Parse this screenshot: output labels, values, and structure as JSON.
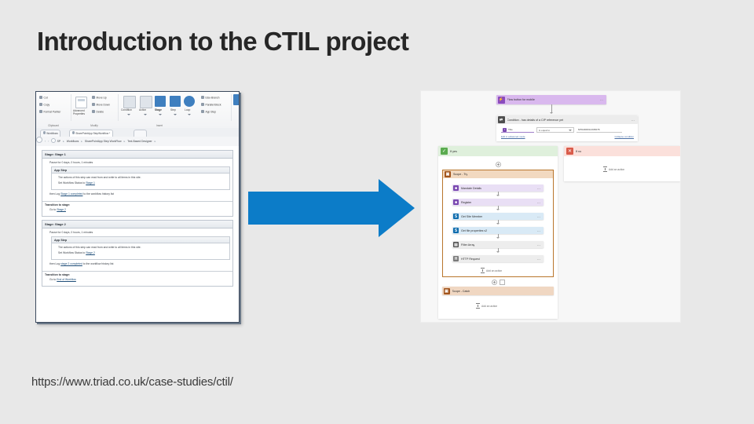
{
  "slide": {
    "title": "Introduction to the CTIL project",
    "footer_url": "https://www.triad.co.uk/case-studies/ctil/",
    "background_color": "#e8e8e8",
    "arrow_color": "#0c7cc8"
  },
  "left_screenshot": {
    "app": "SharePoint Designer",
    "ribbon": {
      "groups": [
        {
          "label": "Clipboard",
          "items": [
            {
              "label": "Cut",
              "icon": "scissors-icon"
            },
            {
              "label": "Copy",
              "icon": "copy-icon"
            },
            {
              "label": "Format Painter",
              "icon": "paintbrush-icon"
            }
          ]
        },
        {
          "label": "Modify",
          "items": [
            {
              "label": "Advanced Properties",
              "icon": "properties-icon"
            },
            {
              "label": "Move Up",
              "icon": "move-up-icon"
            },
            {
              "label": "Move Down",
              "icon": "move-down-icon"
            },
            {
              "label": "Delete",
              "icon": "delete-icon"
            }
          ]
        },
        {
          "label": "Insert",
          "items": [
            {
              "label": "Condition",
              "icon": "condition-icon"
            },
            {
              "label": "Action",
              "icon": "action-icon"
            },
            {
              "label": "Stage",
              "icon": "stage-icon"
            },
            {
              "label": "Step",
              "icon": "step-icon"
            },
            {
              "label": "Loop",
              "icon": "loop-icon"
            },
            {
              "label": "Else-Branch",
              "icon": "else-branch-icon"
            },
            {
              "label": "Parallel Block",
              "icon": "parallel-block-icon"
            },
            {
              "label": "App Step",
              "icon": "app-step-icon"
            }
          ]
        }
      ]
    },
    "tabs": [
      {
        "label": "Workflows",
        "active": false
      },
      {
        "label": "SharePointApp StepWorkflow *",
        "active": true
      }
    ],
    "breadcrumb": [
      "SP",
      "Workflows",
      "SharePointApp Step WorkFlow",
      "Text-Based Designer"
    ],
    "stages": [
      {
        "header": "Stage: Stage 1",
        "pause": "Pause for 0 days, 0 hours, 1 minutes",
        "app_step": {
          "header": "App Step",
          "note": "The actions of this step can read from and write to all items in this site.",
          "action_prefix": "Set Workflow Status to",
          "action_link": "Stage 1"
        },
        "log_prefix": "then Log",
        "log_link": "Stage 1 completed",
        "log_suffix": "to the workflow history list",
        "transition_header": "Transition to stage:",
        "goto_prefix": "Go to",
        "goto_link": "Stage 2"
      },
      {
        "header": "Stage: Stage 2",
        "pause": "Pause for 0 days, 0 hours, 1 minutes",
        "app_step": {
          "header": "App Step",
          "note": "The actions of this step can read from and write to all items in this site.",
          "action_prefix": "Set Workflow Status to",
          "action_link": "Stage 2"
        },
        "log_prefix": "then Log",
        "log_link": "stage 2 completed",
        "log_suffix": "to the workflow history list",
        "transition_header": "Transition to stage:",
        "goto_prefix": "Go to",
        "goto_link": "End of Workflow"
      }
    ]
  },
  "right_screenshot": {
    "app": "Power Automate flow designer",
    "trigger": {
      "label": "Flow button for mobile",
      "icon": "power-automate-icon",
      "color": "#8a4bbd",
      "header_bg": "#d9b8ee"
    },
    "condition": {
      "label": "Condition - has details of a CIP reference yet",
      "icon": "condition-icon",
      "field": "Title",
      "operator": "is equal to",
      "value": "MHA000012345678",
      "edit_link": "Edit in advanced mode",
      "collapse_link": "Collapse condition"
    },
    "yes_branch": {
      "label": "If yes",
      "icon": "check-icon",
      "header_bg": "#dff0dc",
      "icon_bg": "#5aab4f",
      "scope": {
        "label": "Scope - Try",
        "icon": "scope-icon",
        "icon_bg": "#a1541c",
        "header_bg": "#f2d9c0",
        "actions": [
          {
            "label": "Mandate Details",
            "icon": "power-apps-icon",
            "icon_bg": "#7a49b0",
            "bg": "#e9dff5"
          },
          {
            "label": "Register",
            "icon": "power-apps-icon",
            "icon_bg": "#7a49b0",
            "bg": "#e9dff5"
          },
          {
            "label": "Get Site Member",
            "icon": "sharepoint-icon",
            "icon_bg": "#0f6cad",
            "bg": "#d9eaf6"
          },
          {
            "label": "Get file properties v2",
            "icon": "sharepoint-icon",
            "icon_bg": "#0f6cad",
            "bg": "#d9eaf6"
          },
          {
            "label": "Filter Array",
            "icon": "data-operation-icon",
            "icon_bg": "#4e4e4e",
            "bg": "#ededed"
          },
          {
            "label": "HTTP Request",
            "icon": "http-icon",
            "icon_bg": "#7a7a7a",
            "bg": "#ededed"
          }
        ],
        "add_action": "Add an action"
      },
      "catch": {
        "label": "Scope - Catch",
        "icon": "scope-icon",
        "icon_bg": "#a1541c",
        "bg": "#f0d7c2"
      },
      "add_action": "Add an action"
    },
    "no_branch": {
      "label": "If no",
      "icon": "cross-icon",
      "header_bg": "#fbe0db",
      "icon_bg": "#d95b4a",
      "add_action": "Add an action"
    }
  }
}
